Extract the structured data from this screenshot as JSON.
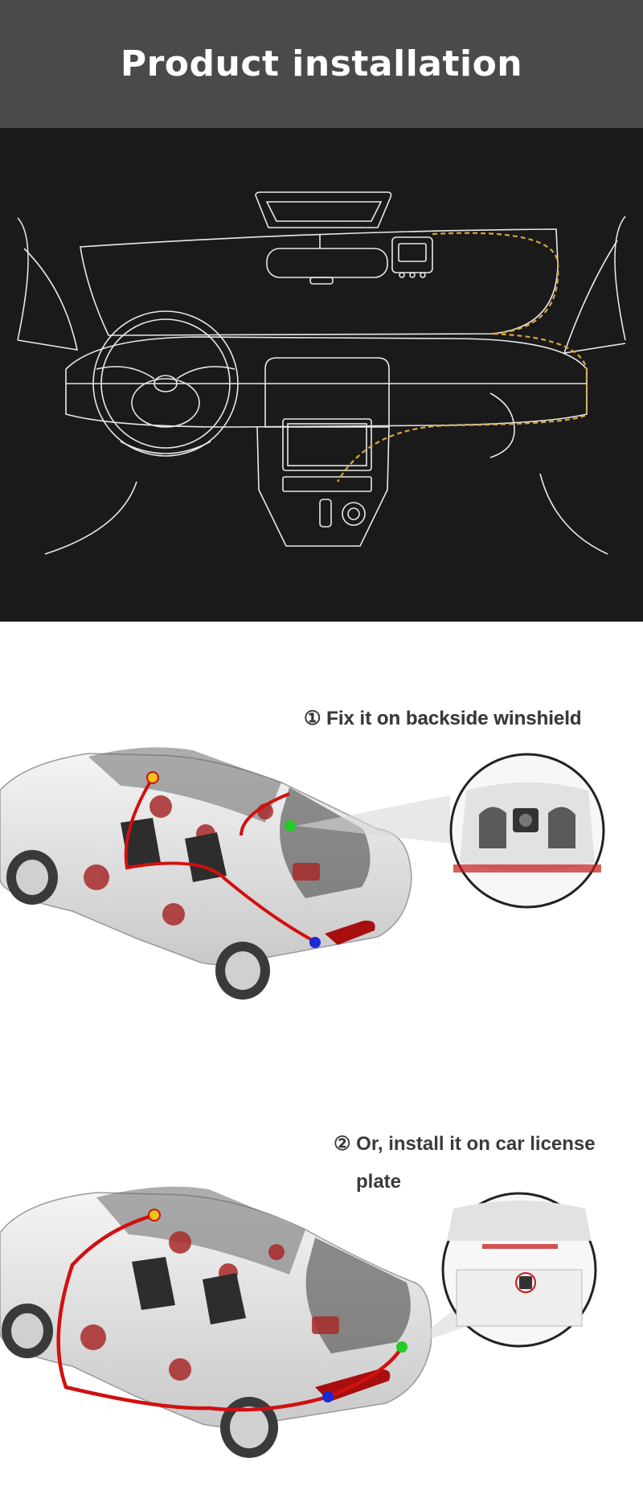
{
  "header": {
    "title": "Product installation"
  },
  "step1": {
    "caption": "① Fix it on backside winshield"
  },
  "step2": {
    "caption_line1": "② Or, install it on car license",
    "caption_line2": "plate"
  },
  "colors": {
    "header_bg": "#4a4a4a",
    "dash_bg": "#1a1a1a",
    "line": "#e8e8e8",
    "cable_dash": "#d9a53a",
    "cable_red": "#d11010",
    "dot_yellow": "#f2c21a",
    "dot_green": "#22cc22",
    "dot_blue": "#1a2bd6"
  }
}
